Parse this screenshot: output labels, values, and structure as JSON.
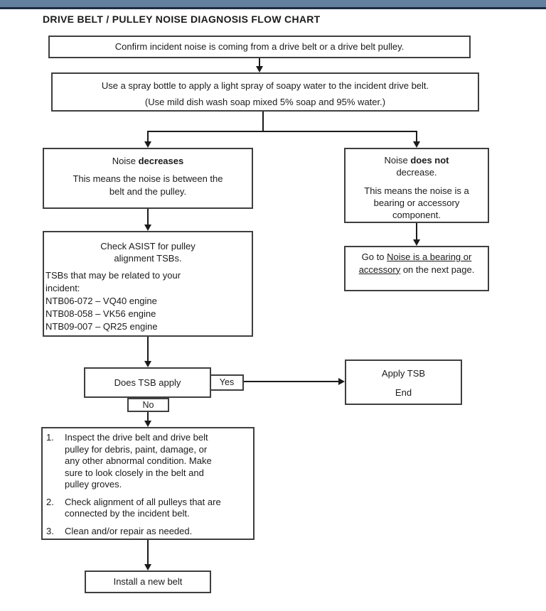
{
  "page": {
    "title": "DRIVE BELT / PULLEY NOISE DIAGNOSIS FLOW CHART"
  },
  "colors": {
    "accent_bar": "#64809f",
    "accent_bar_edge": "#1d2c42",
    "box_border": "#3f3f3f",
    "text": "#1b1b1b"
  },
  "nodes": {
    "confirm": {
      "text": "Confirm incident noise is coming from a drive belt or a drive belt pulley."
    },
    "spray": {
      "line1": "Use a spray bottle to apply a light spray of soapy water to the incident drive belt.",
      "line2": "(Use mild dish wash soap mixed 5% soap and 95% water.)"
    },
    "noise_decreases": {
      "title_prefix": "Noise ",
      "title_bold": "decreases",
      "body": "This means the noise is between the belt and the pulley."
    },
    "noise_does_not_decrease": {
      "title_prefix": "Noise ",
      "title_bold": "does not",
      "title_line2": "decrease.",
      "body": "This means the noise is a bearing or accessory component."
    },
    "check_asist": {
      "heading": "Check ASIST for pulley alignment TSBs.",
      "intro": "TSBs that may be related to your incident:",
      "tsbs": [
        "NTB06-072 – VQ40 engine",
        "NTB08-058 – VK56 engine",
        "NTB09-007 – QR25 engine"
      ]
    },
    "goto_bearing": {
      "prefix": "Go to ",
      "link": "Noise is a bearing or accessory",
      "suffix": " on the next page."
    },
    "does_tsb_apply": {
      "text": "Does TSB apply"
    },
    "yes_label": "Yes",
    "no_label": "No",
    "apply_tsb": {
      "line1": "Apply TSB",
      "line2": "End"
    },
    "inspect": {
      "numbers": [
        "1.",
        "2.",
        "3."
      ],
      "items": [
        "Inspect the drive belt and drive belt pulley for debris, paint, damage, or any other abnormal condition. Make sure to look closely in the belt and pulley groves.",
        "Check alignment of all pulleys that are connected by the incident belt.",
        "Clean and/or repair as needed."
      ]
    },
    "install": {
      "text": "Install a new belt"
    }
  }
}
